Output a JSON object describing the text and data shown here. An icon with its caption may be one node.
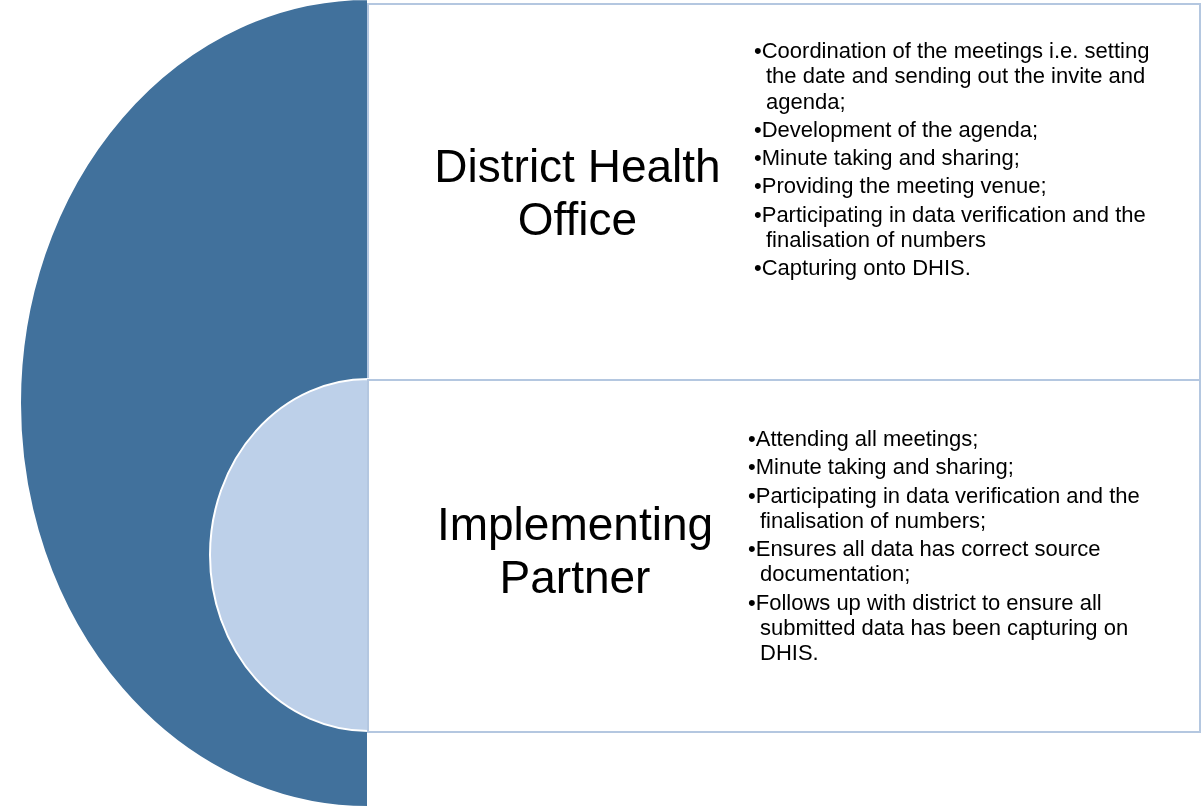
{
  "diagram": {
    "nodes": [
      {
        "text": [
          "District Health Office",
          "•Coordination of the meetings i.e. setting the date and sending out the invite and agenda;",
          "•Development of the agenda;",
          "•Minute taking and sharing;",
          "•Providing the meeting venue;",
          "•Participating in data verification and the finalisation of numbers",
          "•Capturing onto DHIS."
        ]
      },
      {
        "text": [
          "Implementing Partner",
          "•Attending all meetings;",
          "•Minute taking and sharing;",
          "•Participating in data verification and the finalisation of numbers;",
          "•Ensures all data has correct source documentation;",
          "•Follows up with district to ensure all submitted data has been capturing on DHIS."
        ],
        "in": 0
      }
    ],
    "edges": []
  }
}
